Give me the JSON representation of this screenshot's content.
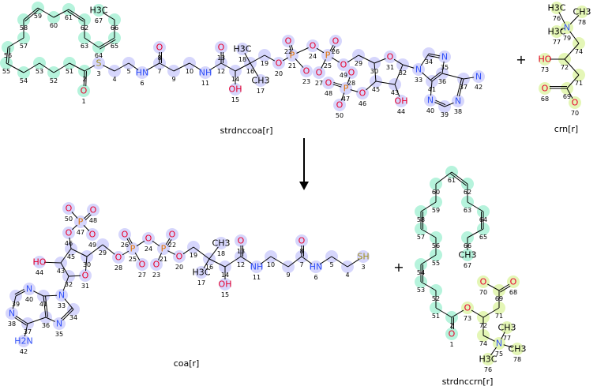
{
  "reaction": {
    "plus_sign": "+",
    "colors": {
      "O": "#e8002c",
      "N": "#3050f8",
      "P": "#e07000",
      "S": "#a09020",
      "C": "#000000",
      "halo_blue": "#d6d6fc",
      "halo_green": "#b6f3dc",
      "halo_yellow": "#e4f6b6",
      "bond": "#000000"
    },
    "molecules": [
      {
        "name": "strdnccoa[r]",
        "role": "reactant",
        "labels": {
          "1": "O",
          "3": "S",
          "6": "HN",
          "8": "O",
          "11": "NH",
          "13": "O",
          "15": "OH",
          "17": "CH3",
          "18": "H3C",
          "20": "O",
          "21": "P",
          "22": "O",
          "23": "O",
          "24": "O",
          "25": "P",
          "26": "O",
          "27": "O",
          "28": "O",
          "47": "P",
          "48": "O",
          "46": "O",
          "50": "O",
          "49": "O",
          "31": "O",
          "44": "OH",
          "33": "N",
          "35": "N",
          "42": "N",
          "38": "N",
          "40": "N",
          "67": "H3C"
        }
      },
      {
        "name": "crn[r]",
        "role": "reactant",
        "labels": {
          "76": "H3C",
          "78": "CH3",
          "77": "H3C",
          "79": "N",
          "73": "HO",
          "68": "O",
          "70": "O"
        }
      },
      {
        "name": "coa[r]",
        "role": "product",
        "labels": {
          "50": "O",
          "48": "O",
          "49": "O",
          "46": "O",
          "44": "HO",
          "28": "O",
          "31": "O",
          "33": "N",
          "35": "N",
          "40": "N",
          "38": "N",
          "42": "H2N",
          "26": "O",
          "24": "O",
          "27": "O",
          "23": "O",
          "22": "O",
          "20": "O",
          "25": "P",
          "21": "P",
          "47": "P",
          "18": "CH3",
          "17": "H3C",
          "15": "OH",
          "13": "O",
          "11": "NH",
          "8": "O",
          "6": "HN",
          "3": "SH"
        }
      },
      {
        "name": "strdnccrn[r]",
        "role": "product",
        "labels": {
          "1": "O",
          "73": "O",
          "70": "O",
          "68": "O",
          "67": "CH3",
          "75": "N",
          "77": "CH3",
          "78": "CH3",
          "76": "H3C"
        }
      }
    ]
  }
}
